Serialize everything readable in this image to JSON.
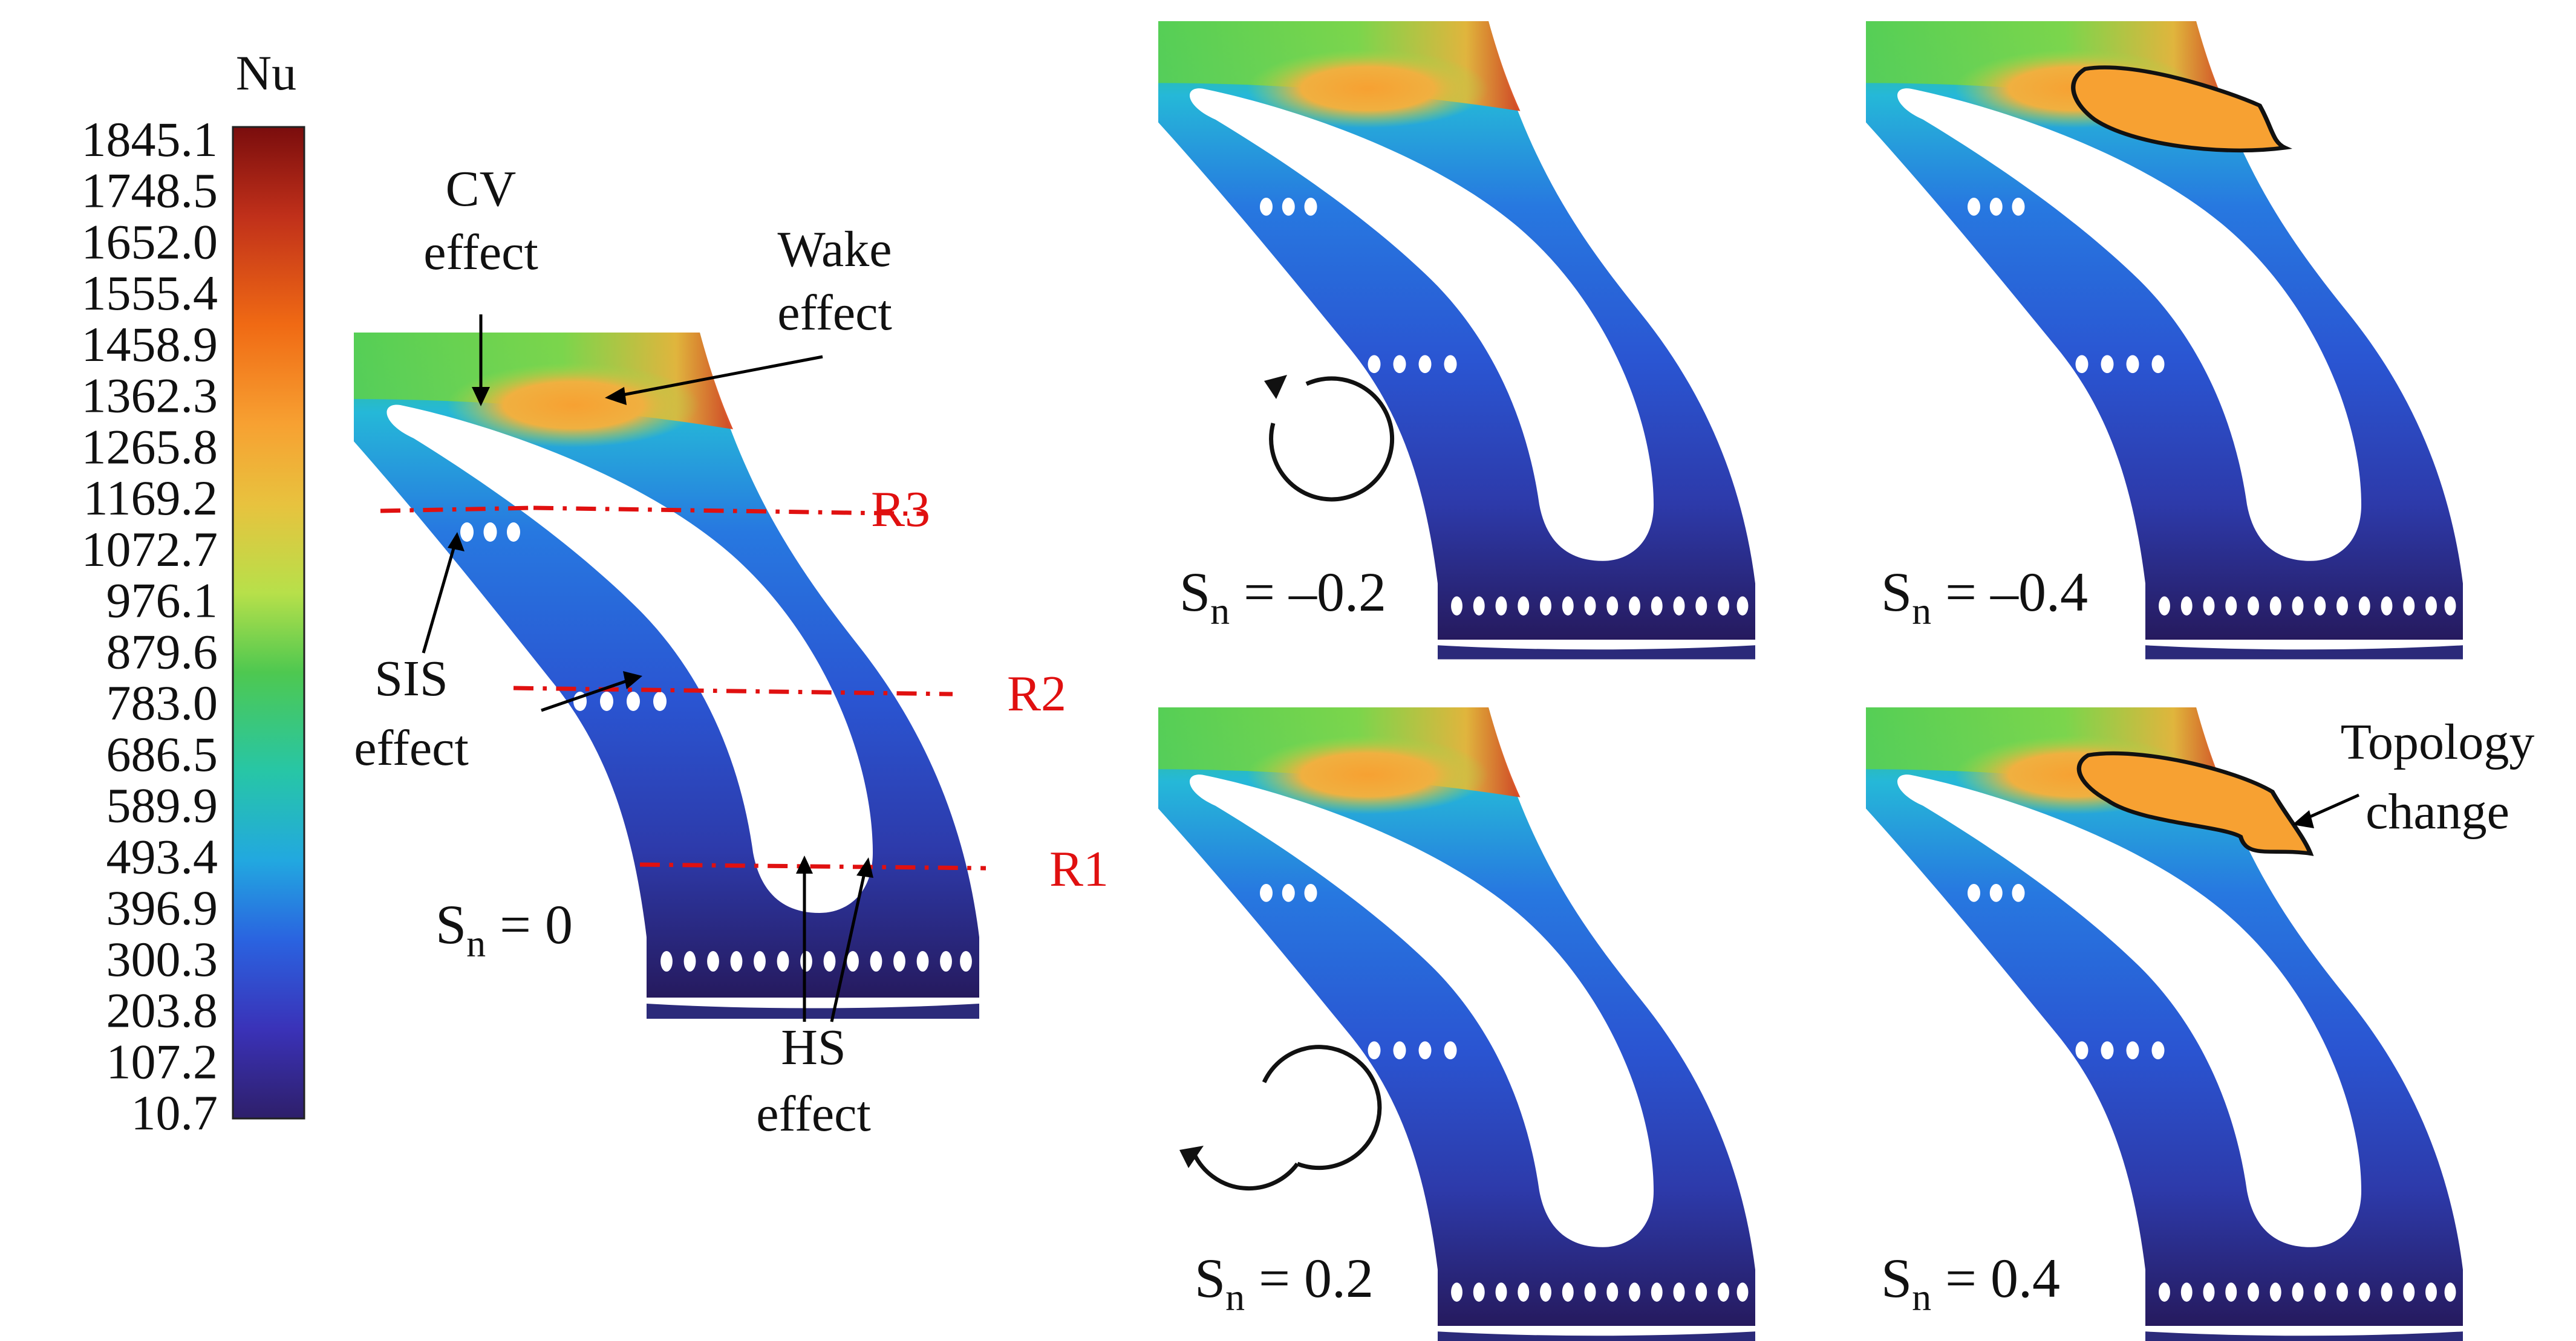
{
  "colorbar": {
    "title": "Nu",
    "ticks": [
      "1845.1",
      "1748.5",
      "1652.0",
      "1555.4",
      "1458.9",
      "1362.3",
      "1265.8",
      "1169.2",
      "1072.7",
      "976.1",
      "879.6",
      "783.0",
      "686.5",
      "589.9",
      "493.4",
      "396.9",
      "300.3",
      "203.8",
      "107.2",
      "10.7"
    ],
    "min": 10.7,
    "max": 1845.1,
    "colors": [
      "#7a0d0d",
      "#c0301a",
      "#f06a14",
      "#f7a132",
      "#e8c23e",
      "#b7e04a",
      "#4ec850",
      "#27c6a6",
      "#22a8e0",
      "#2a63e0",
      "#3a32b8",
      "#2e1f6a"
    ]
  },
  "annotations": {
    "cv": [
      "CV",
      "effect"
    ],
    "wake": [
      "Wake",
      "effect"
    ],
    "sis": [
      "SIS",
      "effect"
    ],
    "hs": [
      "HS",
      "effect"
    ],
    "topology": [
      "Topology",
      "change"
    ],
    "r1": "R1",
    "r2": "R2",
    "r3": "R3"
  },
  "panels": [
    {
      "id": "sn-0",
      "label_main": "S",
      "label_sub": "n",
      "label_value": " = 0",
      "rotation": "none"
    },
    {
      "id": "sn-neg-0.2",
      "label_main": "S",
      "label_sub": "n",
      "label_value": " = –0.2",
      "rotation": "clockwise"
    },
    {
      "id": "sn-neg-0.4",
      "label_main": "S",
      "label_sub": "n",
      "label_value": " = –0.4",
      "rotation": "none"
    },
    {
      "id": "sn-0.2",
      "label_main": "S",
      "label_sub": "n",
      "label_value": " = 0.2",
      "rotation": "counterclockwise"
    },
    {
      "id": "sn-0.4",
      "label_main": "S",
      "label_sub": "n",
      "label_value": " = 0.4",
      "rotation": "none"
    }
  ]
}
